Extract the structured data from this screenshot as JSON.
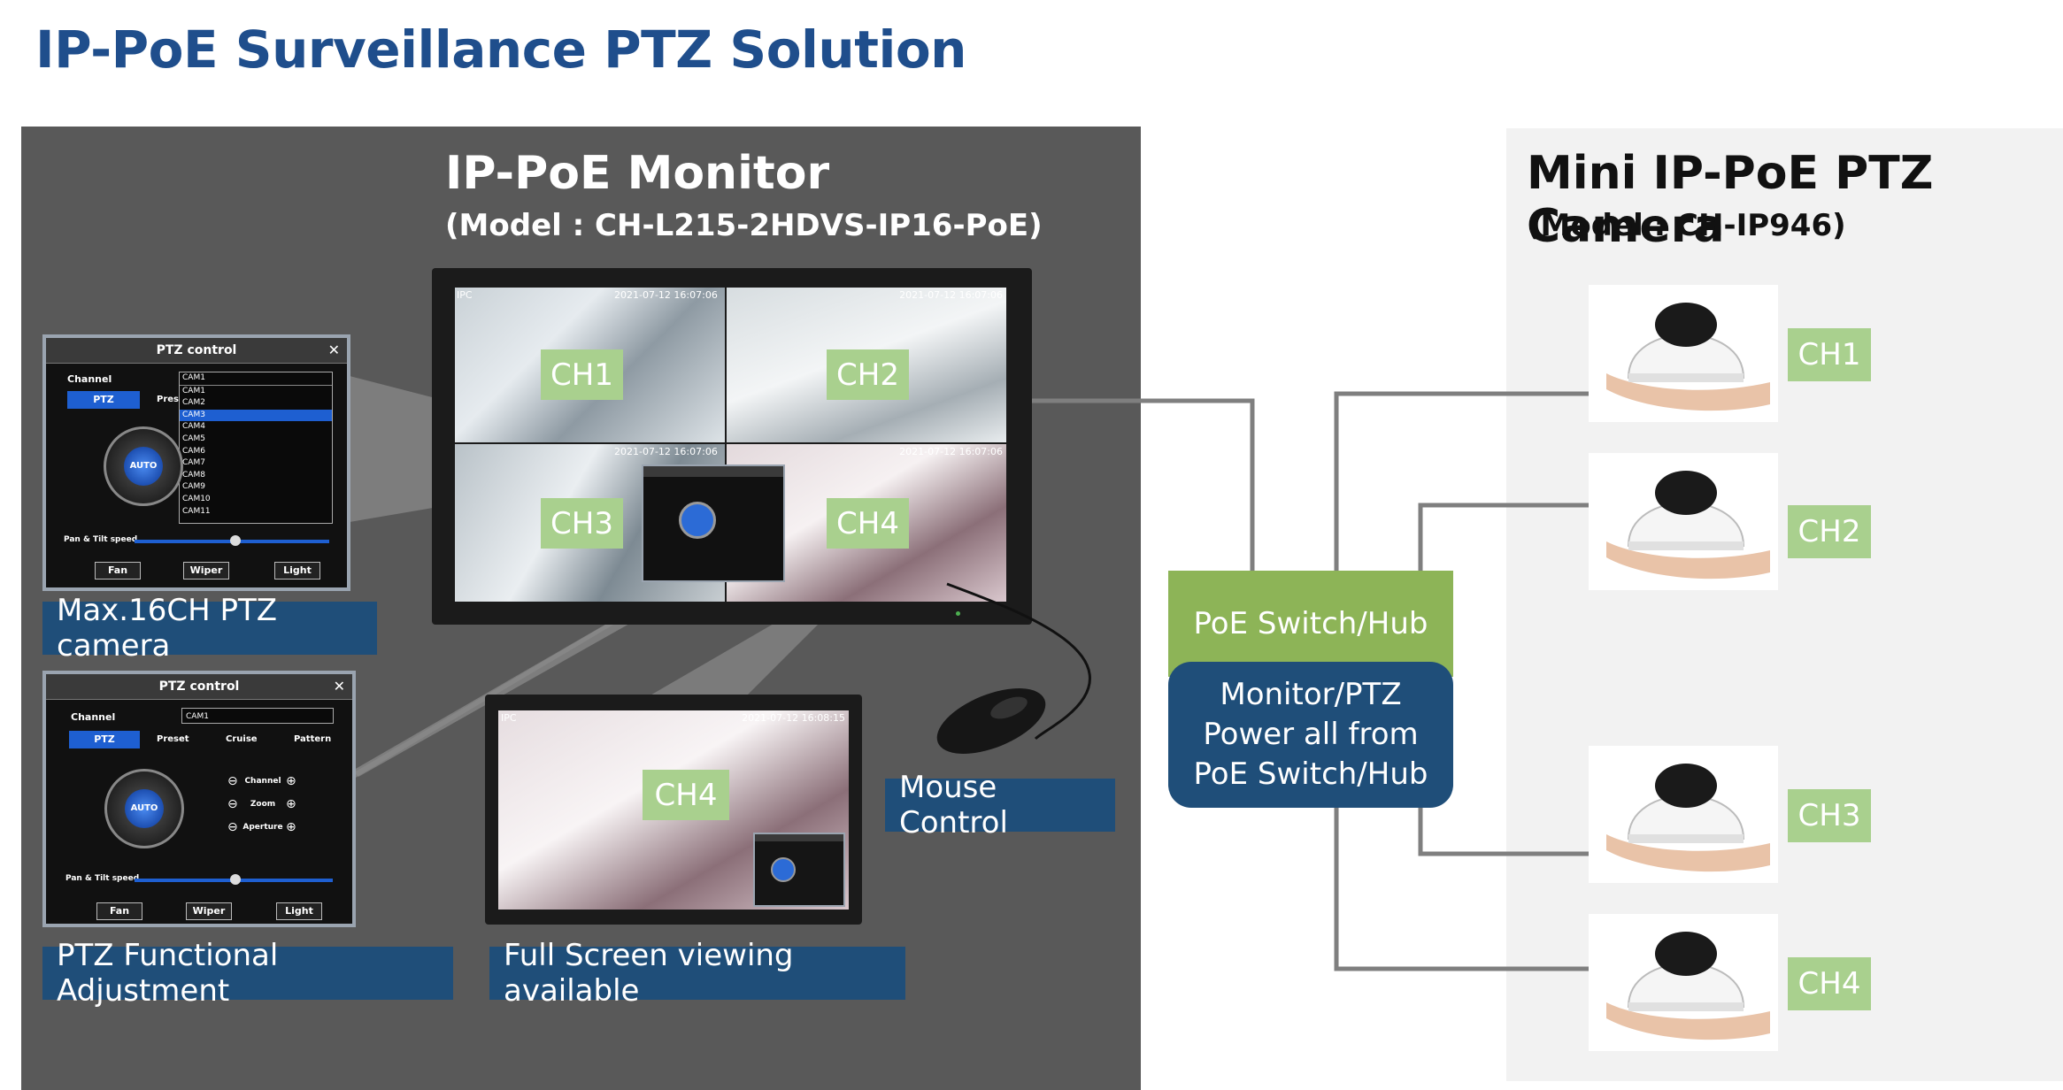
{
  "title": "IP-PoE Surveillance PTZ Solution",
  "monitor": {
    "title": "IP-PoE Monitor",
    "model": "(Model : CH-L215-2HDVS-IP16-PoE)",
    "channels": [
      "CH1",
      "CH2",
      "CH3",
      "CH4"
    ],
    "timestamps": [
      "2021-07-12 16:07:06",
      "2021-07-12 16:07:06",
      "2021-07-12 16:07:06",
      "2021-07-12 16:07:06"
    ],
    "ipc_label": "IPC"
  },
  "ptz_list_window": {
    "title": "PTZ control",
    "channel_label": "Channel",
    "tab": "PTZ",
    "preset_label": "Prese",
    "options": [
      "CAM1",
      "CAM1",
      "CAM2",
      "CAM3",
      "CAM4",
      "CAM5",
      "CAM6",
      "CAM7",
      "CAM8",
      "CAM9",
      "CAM10",
      "CAM11"
    ],
    "auto_label": "AUTO",
    "speed_label": "Pan & Tilt speed",
    "buttons": [
      "Fan",
      "Wiper",
      "Light"
    ]
  },
  "ptz_adjust_window": {
    "title": "PTZ control",
    "channel_label": "Channel",
    "channel_value": "CAM1",
    "tabs": [
      "PTZ",
      "Preset",
      "Cruise",
      "Pattern"
    ],
    "auto_label": "AUTO",
    "controls": [
      "Channel",
      "Zoom",
      "Aperture"
    ],
    "speed_label": "Pan & Tilt speed",
    "buttons": [
      "Fan",
      "Wiper",
      "Light"
    ]
  },
  "labels": {
    "max_ch": "Max.16CH PTZ camera",
    "ptz_adjust": "PTZ Functional Adjustment",
    "full_screen": "Full Screen viewing available",
    "mouse_control": "Mouse Control"
  },
  "fullscreen": {
    "channel": "CH4",
    "timestamp": "2021-07-12 16:08:15",
    "ipc_label": "IPC"
  },
  "switch": {
    "label": "PoE Switch/Hub",
    "power_lines": [
      "Monitor/PTZ",
      "Power all from",
      "PoE Switch/Hub"
    ]
  },
  "camera": {
    "title": "Mini IP-PoE PTZ Camera",
    "model": "(Model : CH-IP946)",
    "channels": [
      "CH1",
      "CH2",
      "CH3",
      "CH4"
    ]
  },
  "colors": {
    "title_blue": "#1f4e8c",
    "dark_panel": "#595959",
    "light_panel": "#f2f2f2",
    "green": "#a9d08e",
    "navy": "#1f4e79",
    "green_switch": "#8db457"
  }
}
